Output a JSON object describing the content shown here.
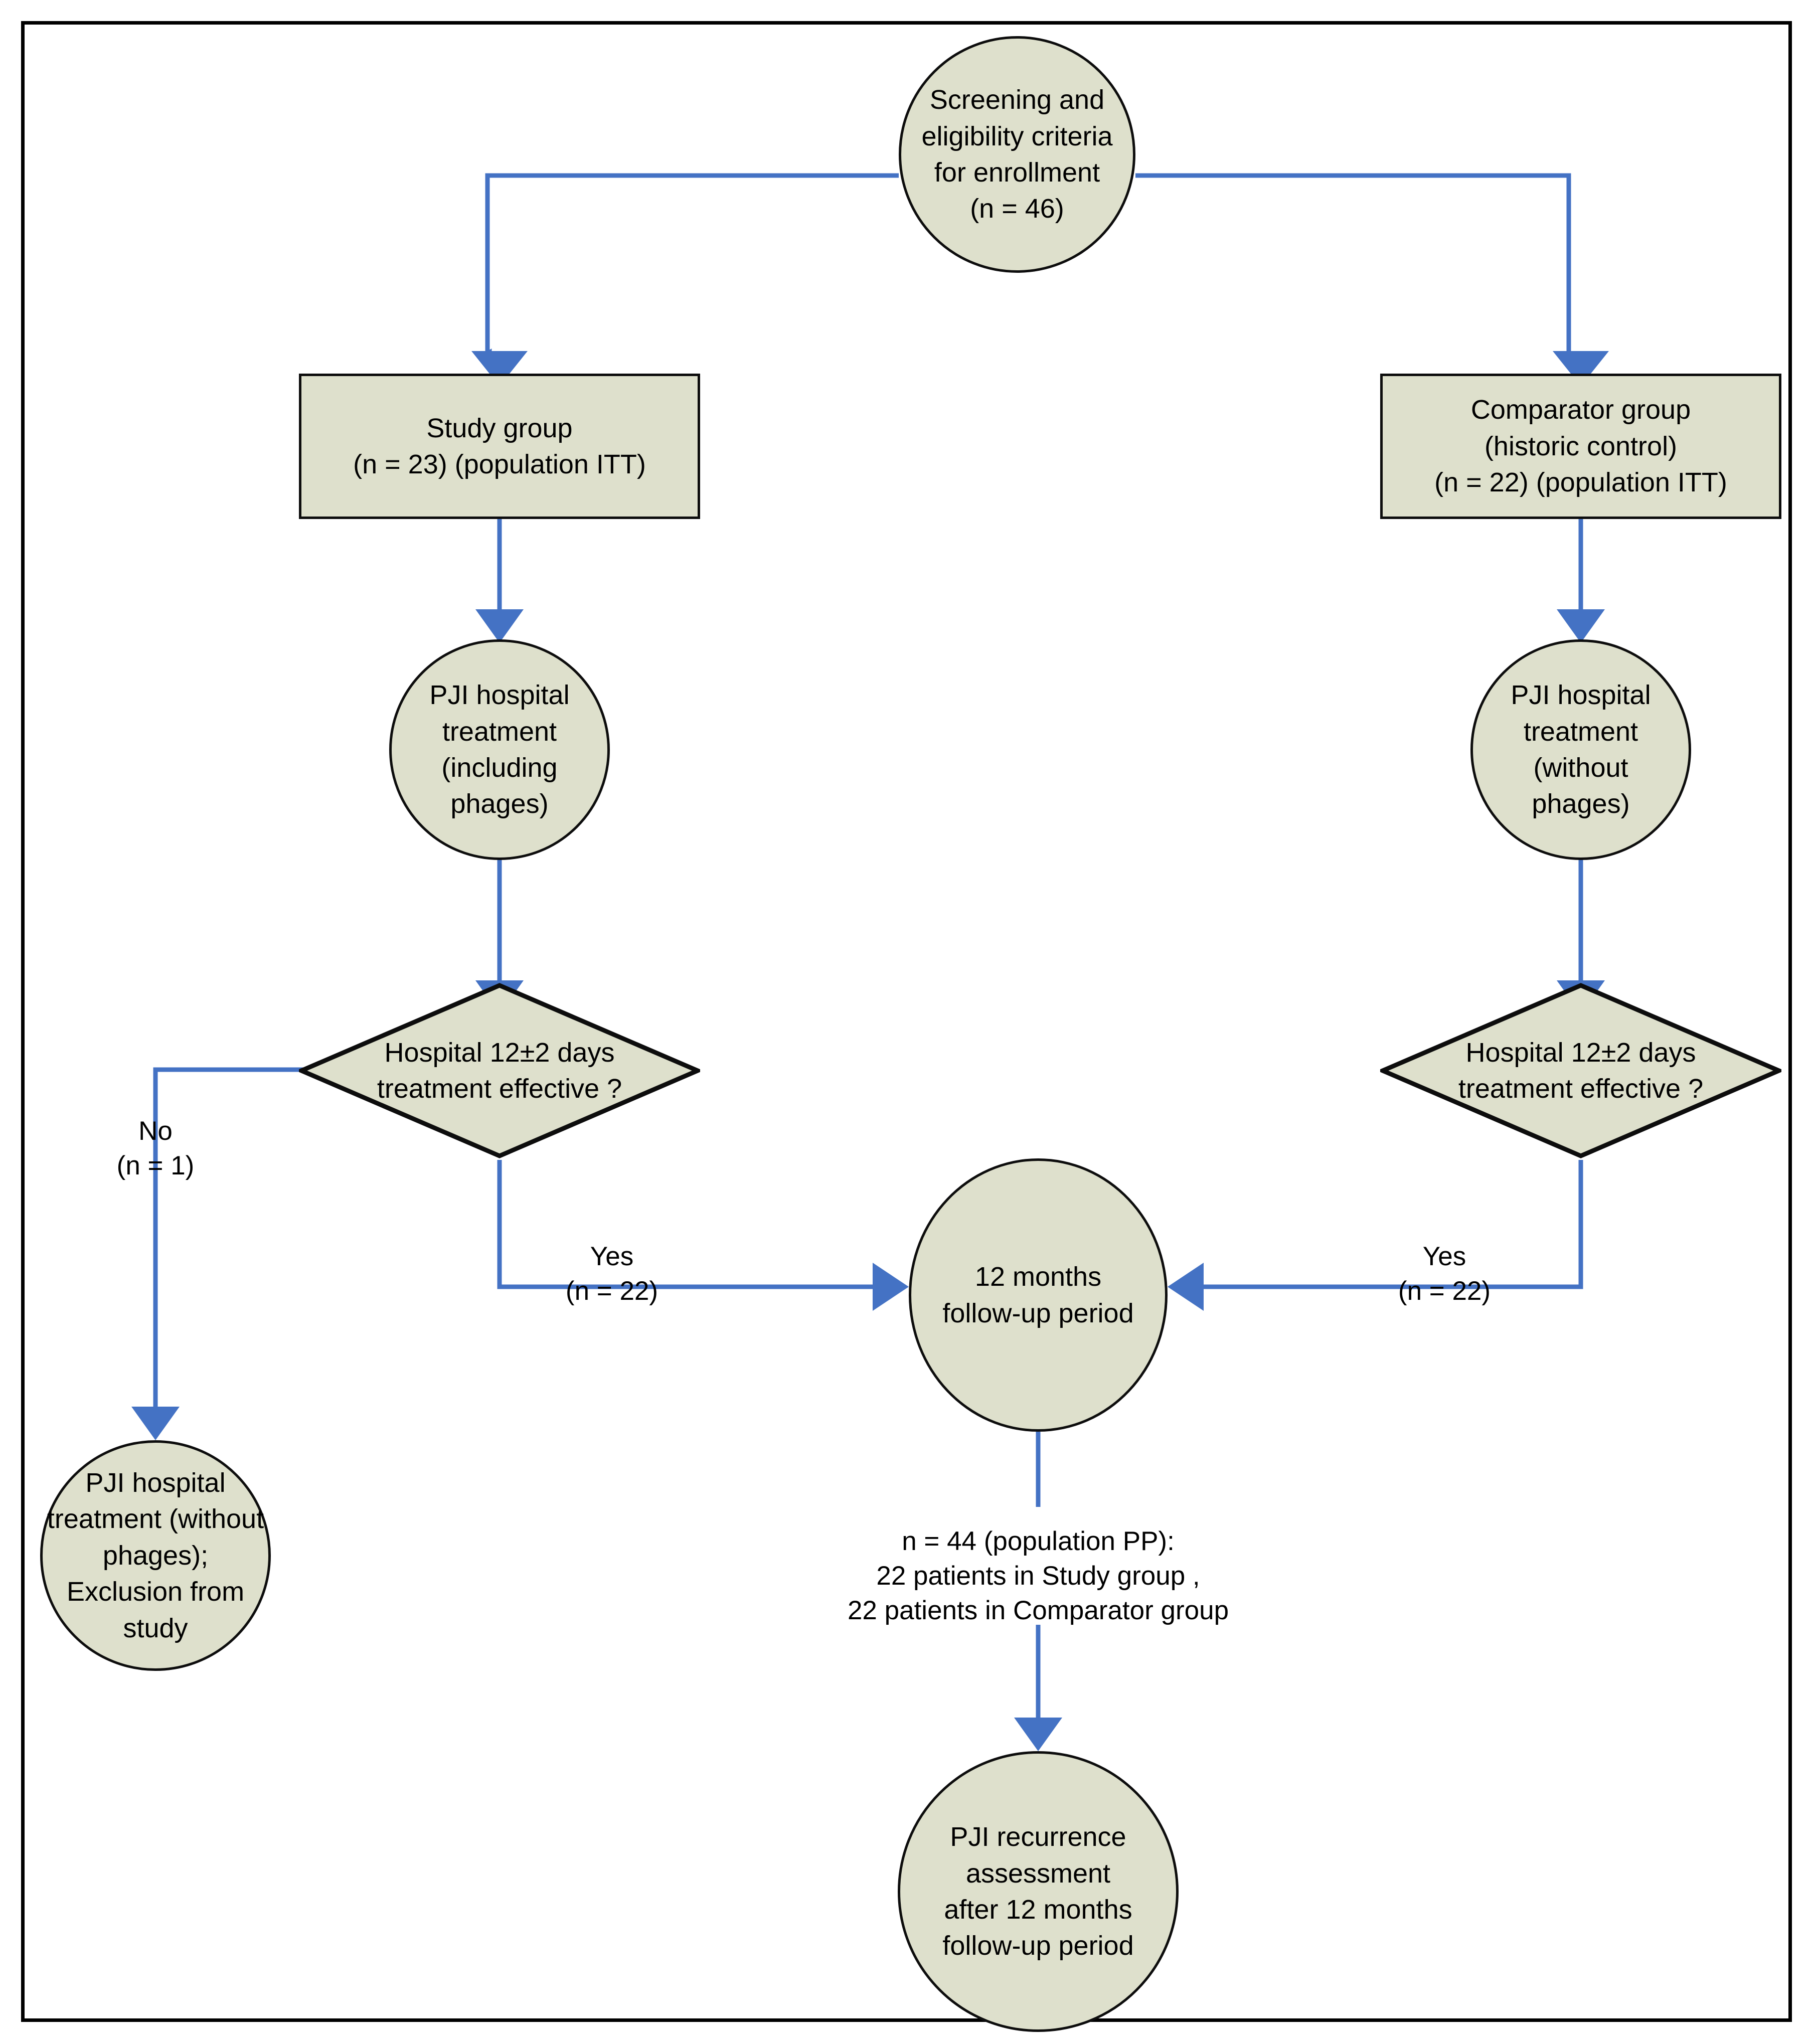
{
  "diagram": {
    "title": "PJI phage therapy study flow diagram",
    "colors": {
      "node_fill": "#dee0cc",
      "node_stroke": "#0d0d0d",
      "connector": "#4472c4",
      "frame": "#000000",
      "text": "#000000",
      "background": "#ffffff"
    },
    "nodes": [
      {
        "id": "screening",
        "shape": "circle",
        "text": "Screening and\neligibility criteria\nfor enrollment\n(n = 46)"
      },
      {
        "id": "study-group",
        "shape": "rect",
        "text": "Study group\n(n = 23) (population ITT)"
      },
      {
        "id": "comparator-group",
        "shape": "rect",
        "text": "Comparator group\n(historic control)\n(n = 22) (population ITT)"
      },
      {
        "id": "treatment-with-phages",
        "shape": "circle",
        "text": "PJI hospital\ntreatment\n(including\nphages)"
      },
      {
        "id": "treatment-without-phages",
        "shape": "circle",
        "text": "PJI hospital\ntreatment\n(without\nphages)"
      },
      {
        "id": "decision-left",
        "shape": "diamond",
        "text": "Hospital 12±2 days\ntreatment effective ?"
      },
      {
        "id": "decision-right",
        "shape": "diamond",
        "text": "Hospital 12±2 days\ntreatment effective ?"
      },
      {
        "id": "exclusion",
        "shape": "circle",
        "text": "PJI hospital\ntreatment (without\nphages);\nExclusion from\nstudy"
      },
      {
        "id": "followup",
        "shape": "circle",
        "text": "12 months\nfollow-up period"
      },
      {
        "id": "recurrence",
        "shape": "circle",
        "text": "PJI recurrence\nassessment\nafter 12 months\nfollow-up period"
      }
    ],
    "edge_labels": [
      {
        "id": "no-branch",
        "text": "No\n(n = 1)"
      },
      {
        "id": "yes-left-branch",
        "text": "Yes\n(n = 22)"
      },
      {
        "id": "yes-right-branch",
        "text": "Yes\n(n = 22)"
      },
      {
        "id": "pp-population",
        "text": "n = 44 (population PP):\n22 patients in Study group ,\n22 patients in Comparator group"
      }
    ]
  }
}
